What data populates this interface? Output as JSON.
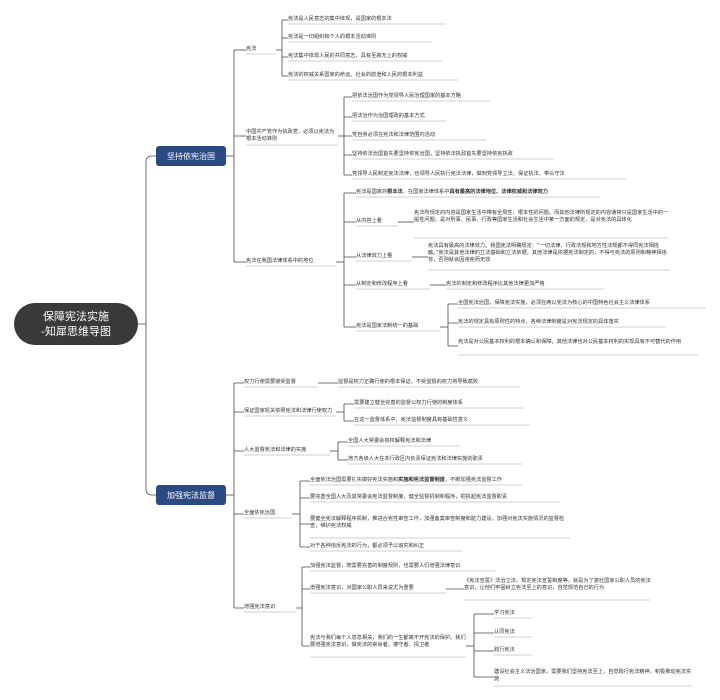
{
  "root": {
    "line1": "保障宪法实施",
    "line2": "-知犀思维导图"
  },
  "b1": {
    "title": "坚持依宪治国",
    "xianfa": {
      "label": "宪法",
      "items": [
        "宪法是人民意志的集中体现，是国家的根本法",
        "宪法是一切组织和个人的根本活动准则",
        "宪法集中体现人民的共同意志，具有至高无上的权威",
        "宪法的权威关系国家的命运、社会的前途和人民的根本利益"
      ]
    },
    "party": {
      "label": "中国共产党作为执政党，必须以宪法为根本活动准则",
      "items": [
        "把依法治国作为党领导人民治理国家的基本方略",
        "把法治作为治国理政的基本方式",
        "党自身必须在宪法和法律范围内活动",
        "坚持依法治国首先要坚持依宪治国，坚持依法执政首先要坚持依宪执政",
        "党领导人民制定宪法法律，也领导人民执行宪法法律，做到党领导立法、保证执法、带头守法"
      ]
    },
    "status": {
      "label": "宪法在我国法律体系中的地位",
      "top": {
        "pre": "宪法是国家的",
        "b1": "根本法",
        "mid": "，在国家法律体系中",
        "b2": "具有最高的法律地位、法律权威和法律效力"
      },
      "content": {
        "label": "从内容上看",
        "text": "宪法所规定的内容是国家生活中带有全局性、根本性的问题。而其他法律所规定的内容通常只是国家生活中的一般性问题，是对刑事、民事、行政等国家生活和社会生活中某一方面的规定，是对宪法的具体化"
      },
      "effect": {
        "label": "从法律效力上看",
        "text": "宪法具有最高的法律效力。我国宪法明确规定：“一切法律、行政法规和地方性法规都不得同宪法相抵触。”宪法是其他法律的立法基础和立法依据，其他法律是依据宪法制定的，不得与宪法的原则和精神相违背，否则就会因违宪而无效"
      },
      "procedure": {
        "label": "从制定和修改程序上看",
        "text": "宪法的制定和修改程序比其他法律更加严格"
      },
      "basis": {
        "label": "宪法是国家法制统一的基础",
        "items": [
          "全国宪法治国，保障宪法实施，必须在两以宪法为核心的中国特色社会主义法律体系",
          "宪法的规定具有原则性的特点，各种法律制度是对宪法规定的具体落实",
          "宪法是对公民基本权利的根本确认和保障，其他法律也对公民基本权利的实现具有不可替代的作用"
        ]
      }
    }
  },
  "b2": {
    "title": "加强宪法监督",
    "g1": {
      "label": "权力行使需要接受监督",
      "item": "监督是权力正确行使的根本保证，不受监督的权力将导致腐败"
    },
    "g2": {
      "label": "保证国家机关依照宪法和法律行使权力",
      "items": [
        "需要建立健全完善的监督公权力行使的制度体系",
        "在这一监督体系中，宪法监督制度具有基础性意义"
      ]
    },
    "g3": {
      "label": "人大监督宪法和法律的实施",
      "items": [
        "全国人大常委会有权解释宪法和法律",
        "地方各级人大在本行政区内负责保证宪法和法律实施的职责"
      ]
    },
    "g4": {
      "label": "全面依宪治国",
      "i1": {
        "pre": "全面依法治国需要扎实做好宪法实施和",
        "b": "实施和宪法监督制度",
        "post": "，不断加强宪法监督工作"
      },
      "items": [
        "要完善全国人大及其常委会宪法监督制度，健全监督机制和程序，把执起宪法监督职责",
        "要健全宪法解释程序机制，推进合宪性审查工作，加强备案审查制度和能力建设，加强对宪法实施情况的监督检查，维护宪法权威",
        "对于各种违反宪法的行为，都必须予以追究和纠正"
      ]
    },
    "g5": {
      "label": "增强宪法意识",
      "i1": "加强宪法监督，既需要完善的制度规则，也需要人们增强法律意识",
      "i2": {
        "label": "增强宪法意识，对国家公职人员来说尤为重要",
        "text": "《宪法宣誓》法治立法，规定宪法宣誓制度等，就是为了激社国家公职人员的宪法意识，让他们牢固树立宪法至上的意识，自觉规范自己的行为"
      },
      "i3": {
        "label": "宪法与我们每个人息息相关，我们的一生都离不开宪法的保护。我们要增强宪法意识，做宪法的崇尚者、遵守者、捍卫者",
        "items": [
          "学习宪法",
          "认同宪法",
          "践行宪法",
          "建设社会主义法治国家，需要我们坚持宪法至上，自觉践行宪法精神，积极推动宪法实施"
        ]
      }
    }
  }
}
